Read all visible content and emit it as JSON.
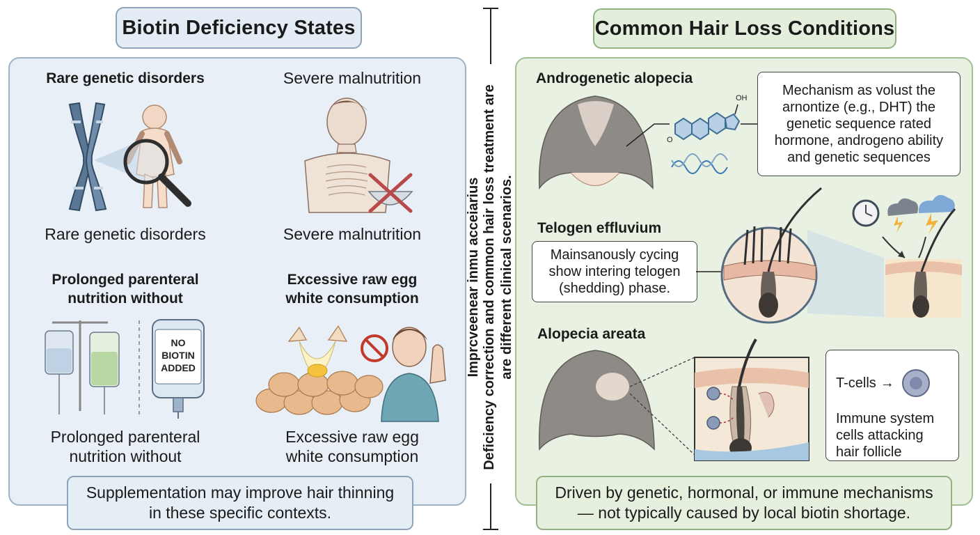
{
  "left": {
    "title": "Biotin Deficiency States",
    "items": [
      {
        "heading": "Rare genetic disorders",
        "caption": "Rare genetic disorders"
      },
      {
        "heading": "Severe malnutrition",
        "caption": "Severe malnutrition"
      },
      {
        "heading_l1": "Prolonged parenteral",
        "heading_l2": "nutrition without",
        "caption_l1": "Prolonged parenteral",
        "caption_l2": "nutrition without",
        "bag_label_l1": "NO",
        "bag_label_l2": "BIOTIN",
        "bag_label_l3": "ADDED"
      },
      {
        "heading_l1": "Excessive raw egg",
        "heading_l2": "white consumption",
        "caption_l1": "Excessive raw egg",
        "caption_l2": "white consumption"
      }
    ],
    "footer_l1": "Supplementation may improve hair thinning",
    "footer_l2": "in these specific contexts."
  },
  "divider": {
    "line1": "Imprcveenear inmu acceiarius",
    "line2": "Deficiency correction and common hair loss treatment are",
    "line3": "are different clinical scenarios."
  },
  "right": {
    "title": "Common Hair Loss Conditions",
    "androgenetic": {
      "heading": "Androgenetic alopecia",
      "molecule_label": "OH",
      "molecule_label2": "O",
      "callout": [
        "Mechanism as volust the",
        "arnontize (e.g., DHT) the",
        "genetic sequence rated",
        "hormone, androgeno ability",
        "and genetic sequences"
      ]
    },
    "telogen": {
      "heading": "Telogen effluvium",
      "callout": [
        "Mainsanously cycing",
        "show intering telogen",
        "(shedding) phase."
      ]
    },
    "areata": {
      "heading": "Alopecia areata",
      "tcell_label": "T-cells",
      "arrow_glyph": "→",
      "callout": [
        "Immune system",
        "cells attacking",
        "hair follicle"
      ]
    },
    "footer_l1": "Driven by genetic, hormonal, or immune mechanisms",
    "footer_l2": "— not typically caused by local biotin shortage."
  },
  "colors": {
    "left_panel_bg": "#e9eff6",
    "left_border": "#8ea3ba",
    "right_panel_bg": "#e9f1e2",
    "right_border": "#93b283",
    "text": "#1a1a1a"
  }
}
